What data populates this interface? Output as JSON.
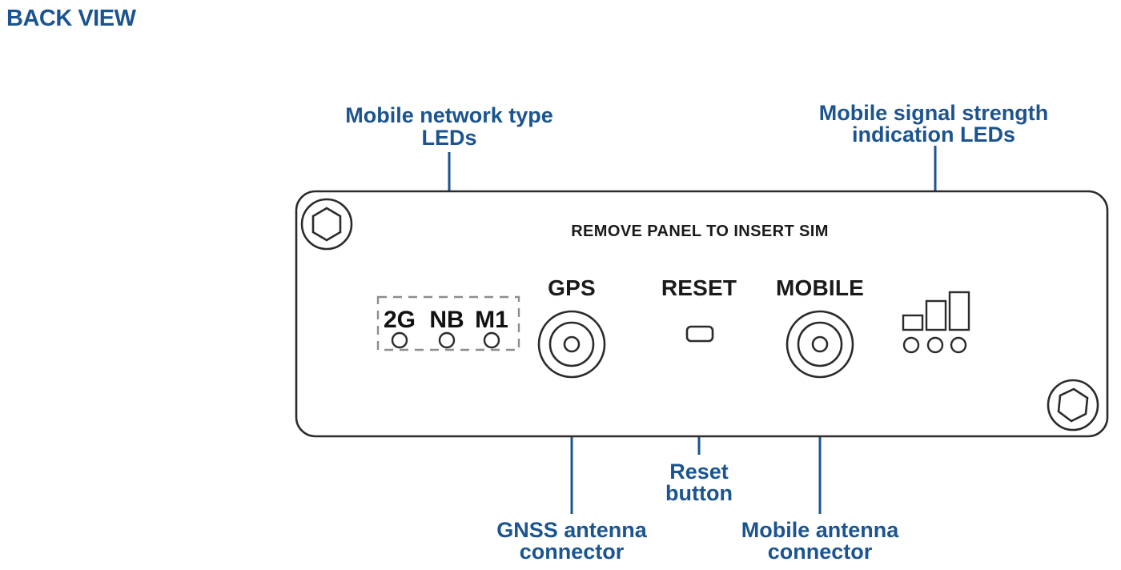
{
  "view": {
    "title": "BACK VIEW"
  },
  "colors": {
    "accent_blue": "#1b5490",
    "ink": "#2b2b2b",
    "dashed_gray": "#8d8d8d",
    "background": "#ffffff"
  },
  "panel": {
    "heading": "REMOVE PANEL TO INSERT SIM",
    "screws": [
      {
        "name": "top-left-hex-screw"
      },
      {
        "name": "bottom-right-hex-screw"
      }
    ]
  },
  "network_leds": {
    "labels": [
      "2G",
      "NB",
      "M1"
    ],
    "count": 3
  },
  "ports": {
    "gps": "GPS",
    "reset": "RESET",
    "mobile": "MOBILE"
  },
  "signal_leds": {
    "bar_count": 3,
    "led_count": 3
  },
  "callouts": [
    {
      "name": "mobile-network-type-leds",
      "lines": [
        "Mobile network type",
        "LEDs"
      ]
    },
    {
      "name": "mobile-signal-strength-indication-leds",
      "lines": [
        "Mobile signal strength",
        "indication LEDs"
      ]
    },
    {
      "name": "gnss-antenna-connector",
      "lines": [
        "GNSS  antenna",
        "connector"
      ]
    },
    {
      "name": "reset-button",
      "lines": [
        "Reset",
        "button"
      ]
    },
    {
      "name": "mobile-antenna-connector",
      "lines": [
        "Mobile antenna",
        "connector"
      ]
    }
  ]
}
